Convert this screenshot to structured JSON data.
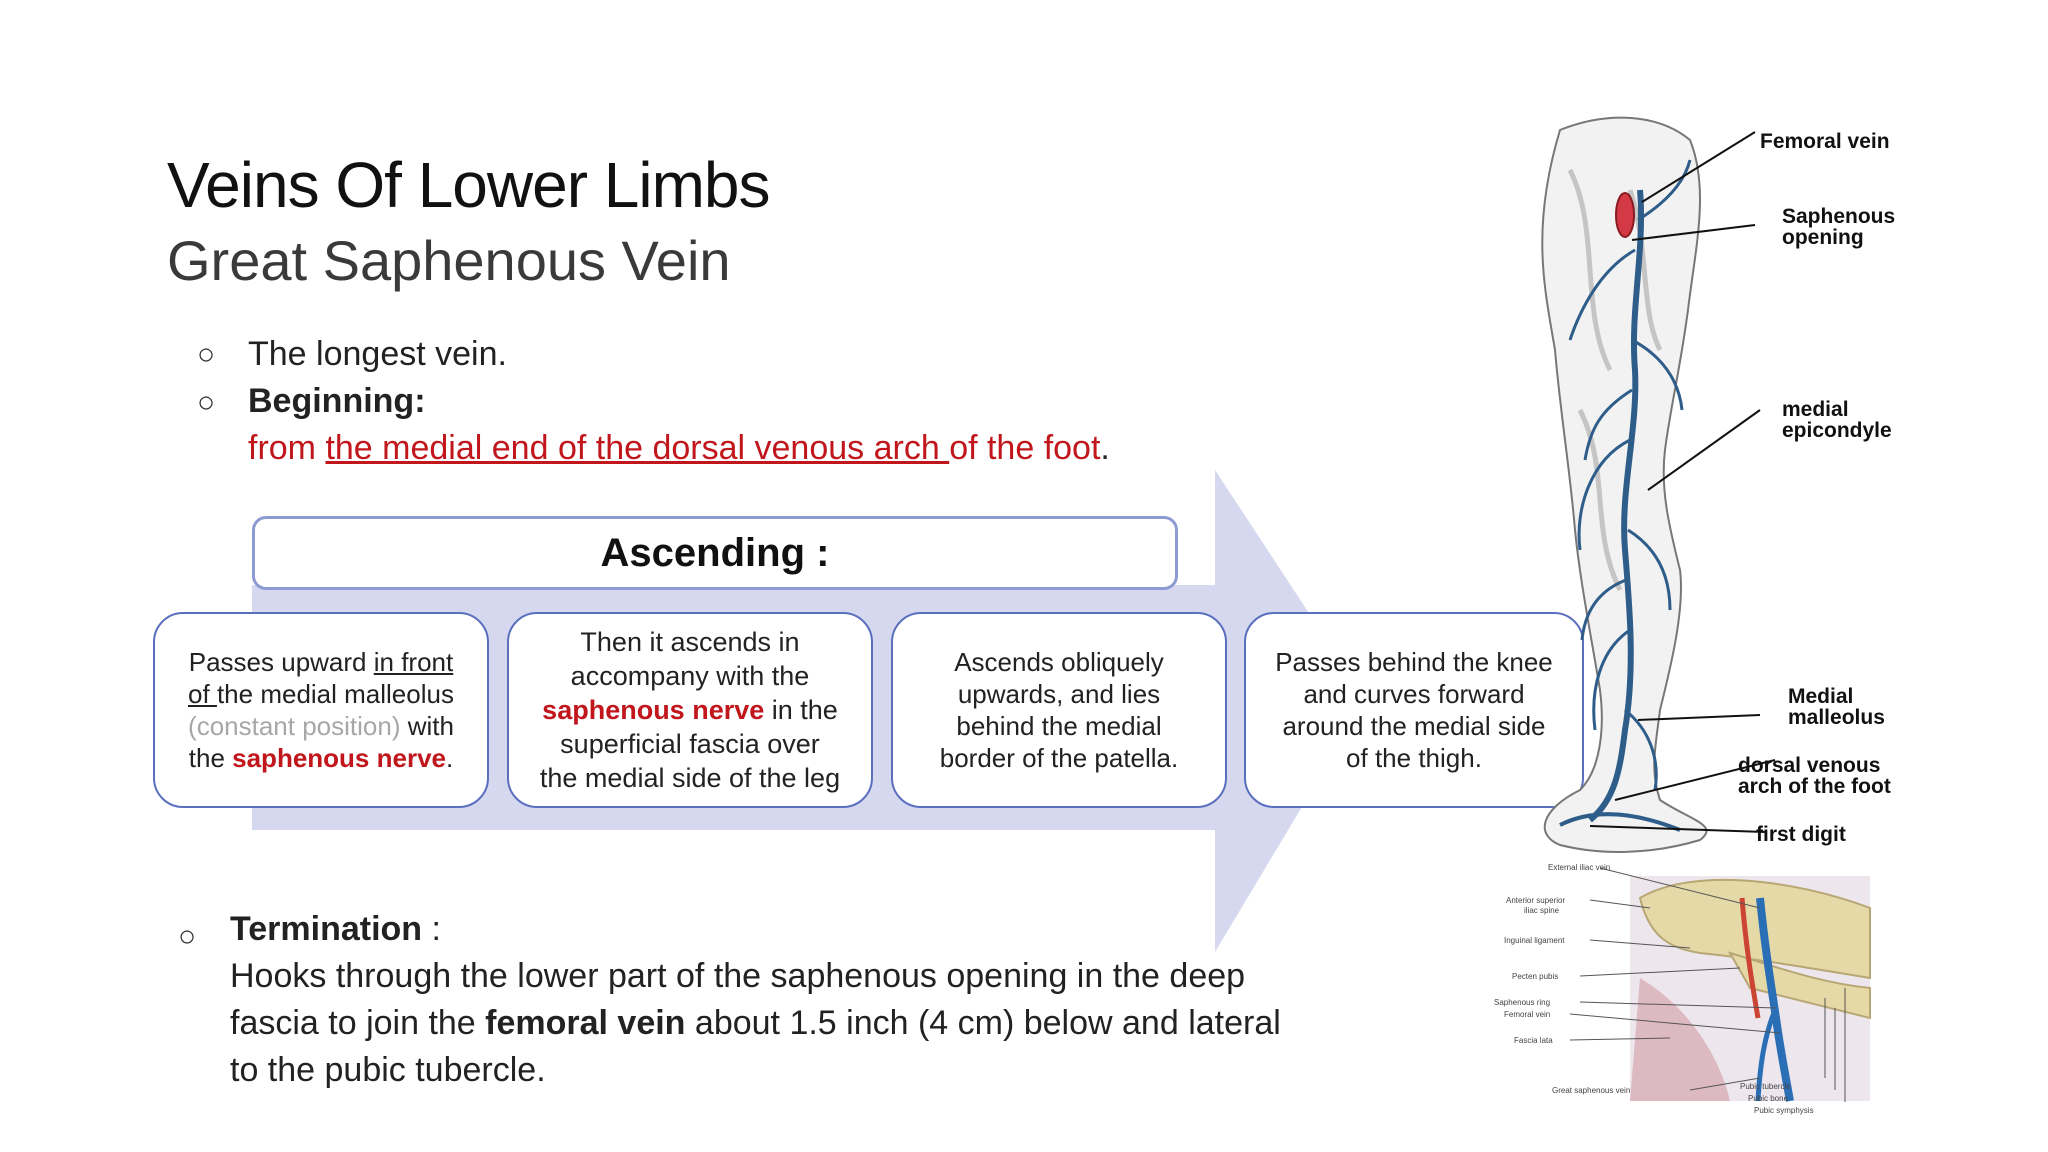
{
  "title": "Veins Of Lower Limbs",
  "subtitle": "Great Saphenous Vein",
  "bullets": {
    "b1": "The longest vein.",
    "b2_label": "Beginning:",
    "b2_line_pre": "from ",
    "b2_line_u": "the medial end of the dorsal venous arch ",
    "b2_line_post": "of the foot",
    "b2_period": "."
  },
  "ascending": {
    "header": "Ascending :",
    "step1": {
      "pre": "Passes upward ",
      "u1": "in front",
      "u2": "of ",
      "mid": "the medial malleolus",
      "gray": "(constant position)",
      "post1": " with",
      "post2": "the ",
      "red": "saphenous nerve",
      "end": "."
    },
    "step2": {
      "l1": "Then it ascends in",
      "l2": "accompany with the",
      "red": "saphenous nerve",
      "l3b": " in the",
      "l4": "superficial fascia over",
      "l5": "the medial side of the leg"
    },
    "step3": {
      "l1": "Ascends obliquely",
      "l2": "upwards, and lies",
      "l3": "behind the medial",
      "l4": "border of the patella."
    },
    "step4": {
      "l1": "Passes behind the knee",
      "l2": "and curves forward",
      "l3": "around the medial side",
      "l4": "of the thigh."
    }
  },
  "termination": {
    "label": "Termination",
    "sep": " :",
    "t1": "Hooks through the lower part of the saphenous opening in the deep",
    "t2a": "fascia to join the ",
    "t2b": "femoral vein",
    "t2c": " about 1.5 inch (4 cm) below and lateral",
    "t3": "to the pubic tubercle."
  },
  "leg_labels": {
    "femoral": "Femoral vein",
    "saph1": "Saphenous",
    "saph2": "opening",
    "med1": "medial",
    "med2": "epicondyle",
    "mal1": "Medial",
    "mal2": "malleolus",
    "dor1": "dorsal venous",
    "dor2": "arch of the foot",
    "digit": "first digit"
  },
  "pelvis_labels": {
    "ext": "External iliac vein",
    "asis1": "Anterior superior",
    "asis2": "iliac spine",
    "ing": "Inguinal ligament",
    "pecten": "Pecten pubis",
    "ring": "Saphenous ring",
    "fem": "Femoral vein",
    "fascia": "Fascia lata",
    "gsv": "Great saphenous vein",
    "pt": "Pubic tubercle",
    "pb": "Pubic bone",
    "ps": "Pubic symphysis"
  },
  "colors": {
    "accent_red": "#c0161c",
    "arrow_fill": "#d5d8ef",
    "box_border": "#5b6fbf",
    "vein_blue": "#2f5d8a"
  }
}
